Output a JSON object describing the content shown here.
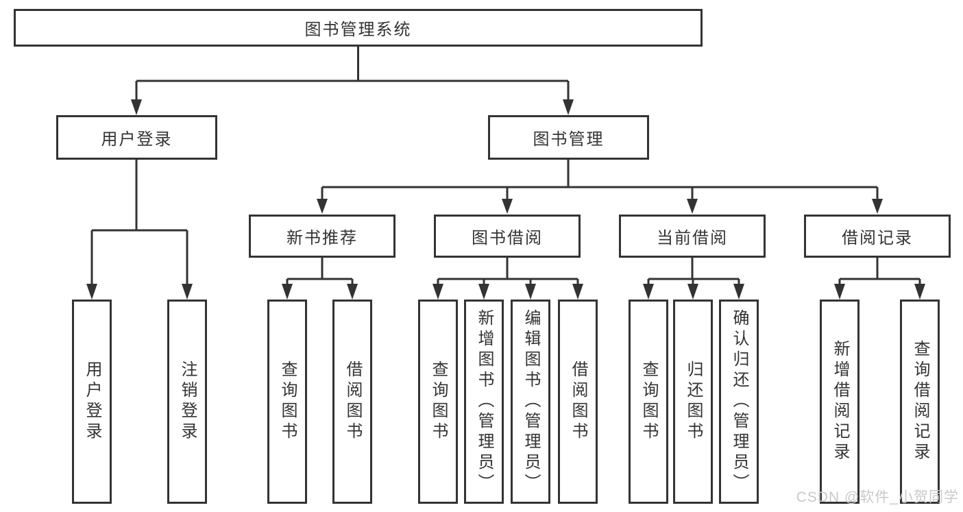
{
  "diagram": {
    "root": {
      "label": "图书管理系统"
    },
    "level2": [
      {
        "id": "user-login",
        "label": "用户登录"
      },
      {
        "id": "book-management",
        "label": "图书管理"
      }
    ],
    "level3": [
      {
        "id": "new-book-recommend",
        "label": "新书推荐",
        "parent": "图书管理"
      },
      {
        "id": "book-borrow",
        "label": "图书借阅",
        "parent": "图书管理"
      },
      {
        "id": "current-borrow",
        "label": "当前借阅",
        "parent": "图书管理"
      },
      {
        "id": "borrow-record",
        "label": "借阅记录",
        "parent": "图书管理"
      }
    ],
    "leaves": [
      {
        "parent": "用户登录",
        "label": "用户登录"
      },
      {
        "parent": "用户登录",
        "label": "注销登录"
      },
      {
        "parent": "新书推荐",
        "label": "查询图书"
      },
      {
        "parent": "新书推荐",
        "label": "借阅图书"
      },
      {
        "parent": "图书借阅",
        "label": "查询图书"
      },
      {
        "parent": "图书借阅",
        "label": "新增图书（管理员）"
      },
      {
        "parent": "图书借阅",
        "label": "编辑图书（管理员）"
      },
      {
        "parent": "图书借阅",
        "label": "借阅图书"
      },
      {
        "parent": "当前借阅",
        "label": "查询图书"
      },
      {
        "parent": "当前借阅",
        "label": "归还图书"
      },
      {
        "parent": "当前借阅",
        "label": "确认归还（管理员）"
      },
      {
        "parent": "借阅记录",
        "label": "新增借阅记录"
      },
      {
        "parent": "借阅记录",
        "label": "查询借阅记录"
      }
    ]
  },
  "watermark": {
    "text": "CSDN @软件_小贺同学"
  },
  "colors": {
    "line": "#333333",
    "box_border": "#333333",
    "text": "#333333",
    "watermark": "#c9c9c9",
    "background": "#ffffff"
  }
}
